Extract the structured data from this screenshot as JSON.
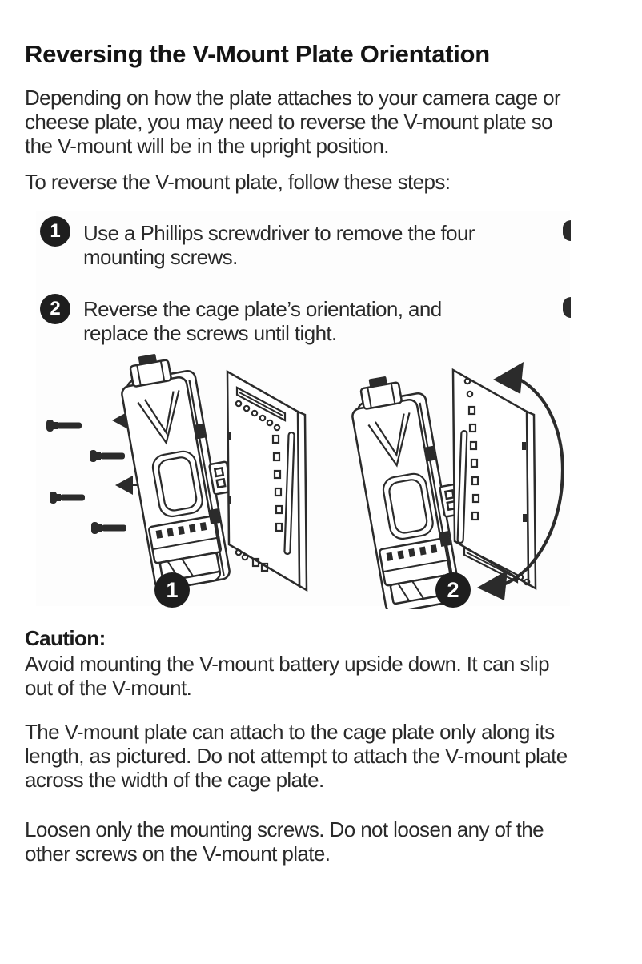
{
  "page": {
    "title": "Reversing the V-Mount Plate Orientation",
    "intro_lines": [
      "Depending on how the plate attaches to your camera cage or",
      "cheese plate, you may need to reverse the V-mount plate so",
      "the V-mount will be in the upright position."
    ],
    "steps_lead": "To reverse the V-mount plate, follow these steps:",
    "steps": [
      {
        "number": "1",
        "lines": [
          "Use a Phillips screwdriver to remove the four",
          "mounting screws."
        ]
      },
      {
        "number": "2",
        "lines": [
          "Reverse the cage plate’s orientation, and",
          "replace the screws until tight."
        ]
      }
    ],
    "figure": {
      "diagram_labels": [
        "1",
        "2"
      ]
    },
    "caution": {
      "heading": "Caution:",
      "lines": [
        "Avoid mounting the V-mount battery upside down. It can slip",
        "out of the V-mount."
      ]
    },
    "paragraph_attach_lines": [
      "The V-mount plate can attach to the cage plate only along its",
      "length, as pictured. Do not attempt to attach the V-mount plate",
      "across the width of the cage plate."
    ],
    "paragraph_loosen_lines": [
      "Loosen only the mounting screws. Do not loosen any of the",
      "other screws on the V-mount plate."
    ]
  },
  "colors": {
    "ink": "#2b2b2b",
    "badge": "#1e1e1e",
    "text": "#2a2a2a",
    "background": "#ffffff"
  }
}
